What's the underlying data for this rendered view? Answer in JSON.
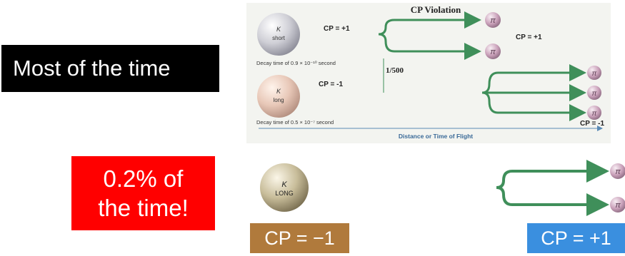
{
  "labels": {
    "most_of_time": "Most of the time",
    "rare_line1": "0.2% of",
    "rare_line2": "the time!"
  },
  "panel": {
    "title": "CP Violation",
    "k_short_symbol": "K",
    "k_short_name": "short",
    "k_short_cp": "CP = +1",
    "k_short_decay": "Decay time of 0.9 × 10⁻¹⁰ second",
    "ratio": "1/500",
    "right_cp": "CP = +1",
    "k_long_symbol": "K",
    "k_long_name": "long",
    "k_long_cp": "CP = -1",
    "k_long_decay": "Decay time of 0.5 × 10⁻⁷ second",
    "bottom_cp": "CP = -1",
    "axis_label": "Distance or Time of Flight",
    "pion_symbol": "π"
  },
  "lower": {
    "k_symbol": "K",
    "k_name": "LONG",
    "pion_symbol": "π",
    "cp_minus": "CP = −1",
    "cp_plus": "CP = +1"
  },
  "colors": {
    "arrow_green": "#3f8f5a",
    "pion_pink": "#c9a0b9",
    "red_box": "#ff0000",
    "brown_box": "#b07a3c",
    "blue_box": "#3a8fdf"
  }
}
